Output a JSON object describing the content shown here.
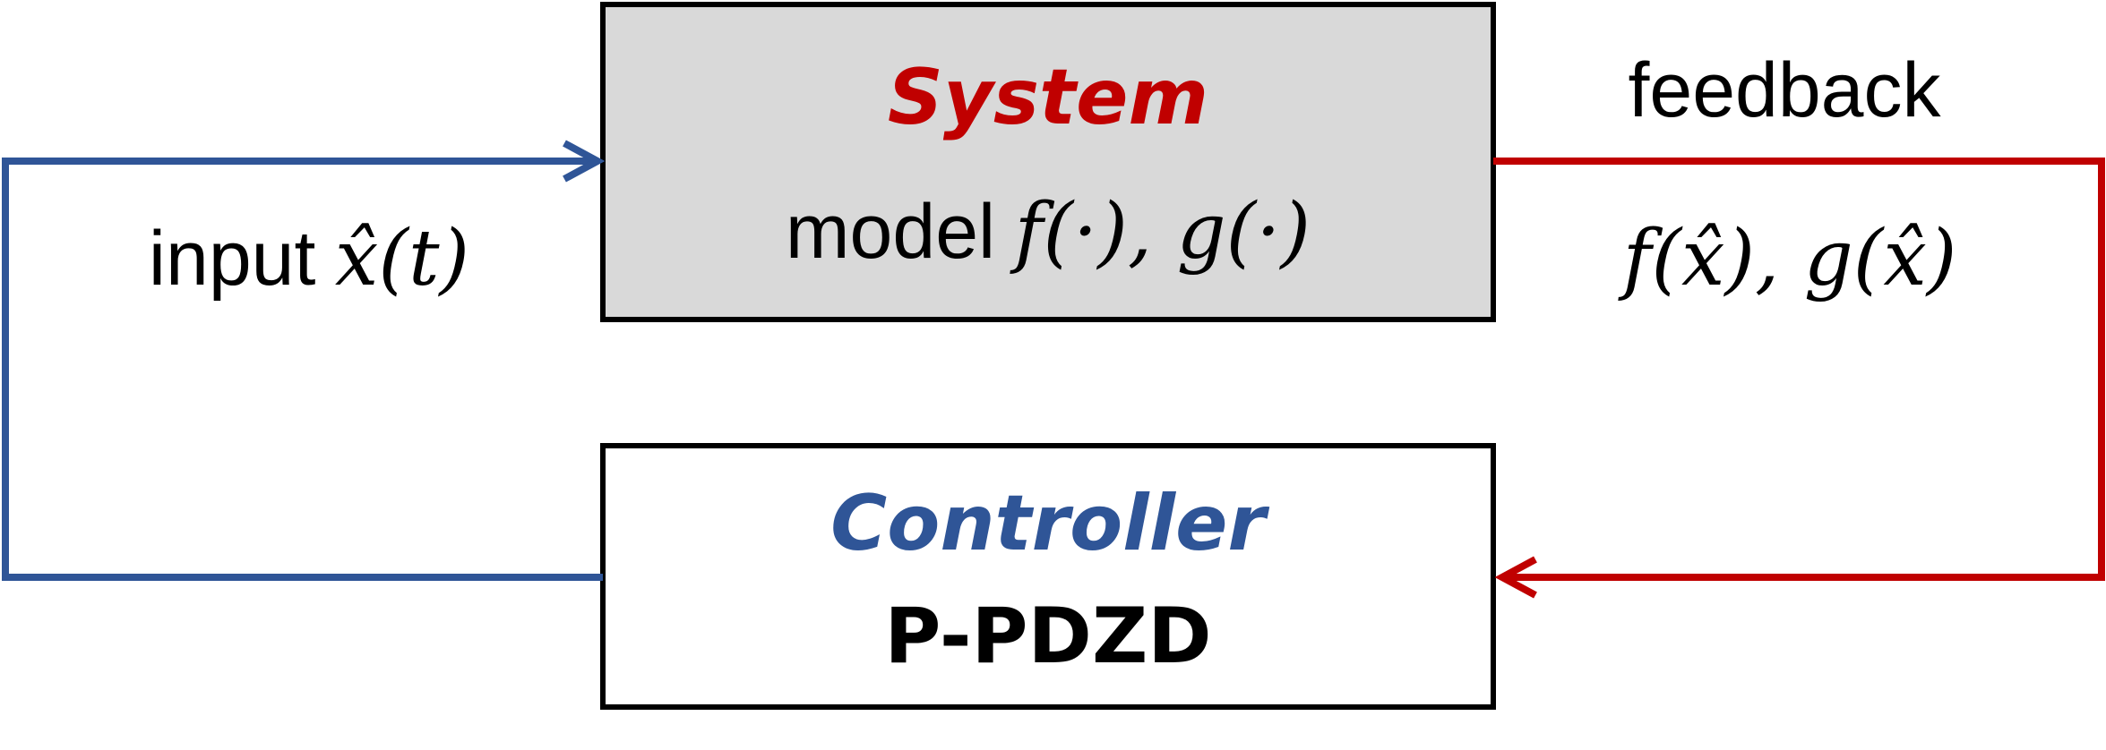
{
  "colors": {
    "system_title": "#c00000",
    "controller_title": "#2f5597",
    "input_line": "#2f5597",
    "feedback_line": "#c00000",
    "system_fill": "#d9d9d9",
    "box_border": "#000000"
  },
  "system": {
    "title": "System",
    "model_label": "model",
    "model_expr": "f(·), g(·)"
  },
  "controller": {
    "title": "Controller",
    "name": "P-PDZD"
  },
  "input": {
    "label": "input",
    "expr": "x̂(t)"
  },
  "feedback": {
    "label": "feedback",
    "expr": "f(x̂), g(x̂)"
  }
}
